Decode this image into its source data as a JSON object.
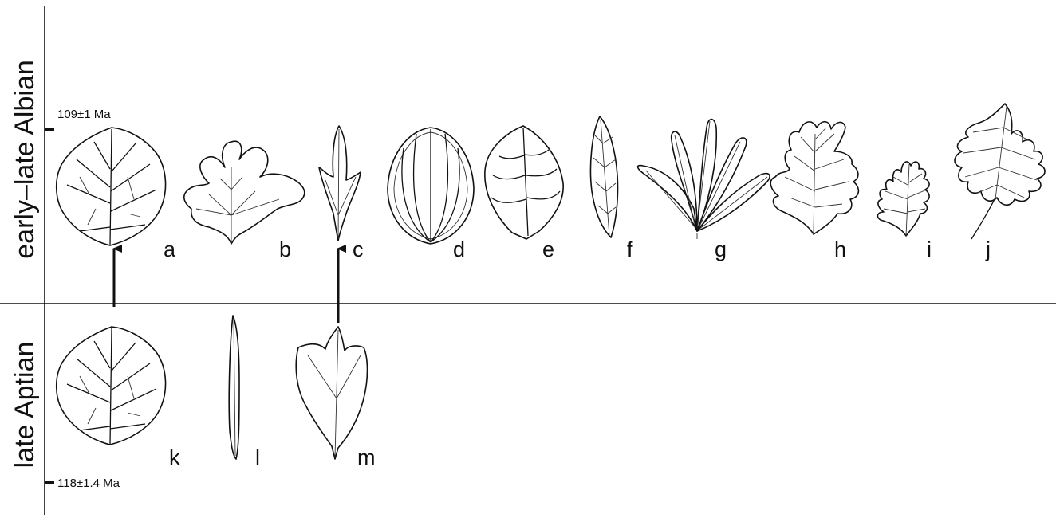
{
  "periods": {
    "upper": "early–late Albian",
    "lower": "late Aptian"
  },
  "ages": {
    "upper": "109±1 Ma",
    "lower": "118±1.4 Ma"
  },
  "leaves": {
    "a": "a",
    "b": "b",
    "c": "c",
    "d": "d",
    "e": "e",
    "f": "f",
    "g": "g",
    "h": "h",
    "i": "i",
    "j": "j",
    "k": "k",
    "l": "l",
    "m": "m"
  },
  "colors": {
    "ink": "#111111",
    "background": "#ffffff"
  }
}
